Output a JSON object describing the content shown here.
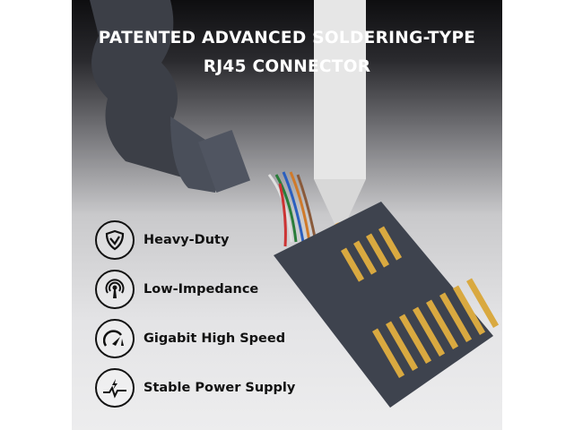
{
  "title_line1": "PATENTED ADVANCED SOLDERING-TYPE",
  "title_line2": "RJ45 CONNECTOR",
  "features": [
    {
      "label": "Heavy-Duty",
      "icon": "shield-check-icon"
    },
    {
      "label": "Low-Impedance",
      "icon": "antenna-signal-icon"
    },
    {
      "label": "Gigabit High Speed",
      "icon": "speedometer-icon"
    },
    {
      "label": "Stable Power Supply",
      "icon": "power-pulse-icon"
    }
  ],
  "colors": {
    "cable": "#4a4f5a",
    "gold": "#d9a940",
    "text": "#111111"
  }
}
